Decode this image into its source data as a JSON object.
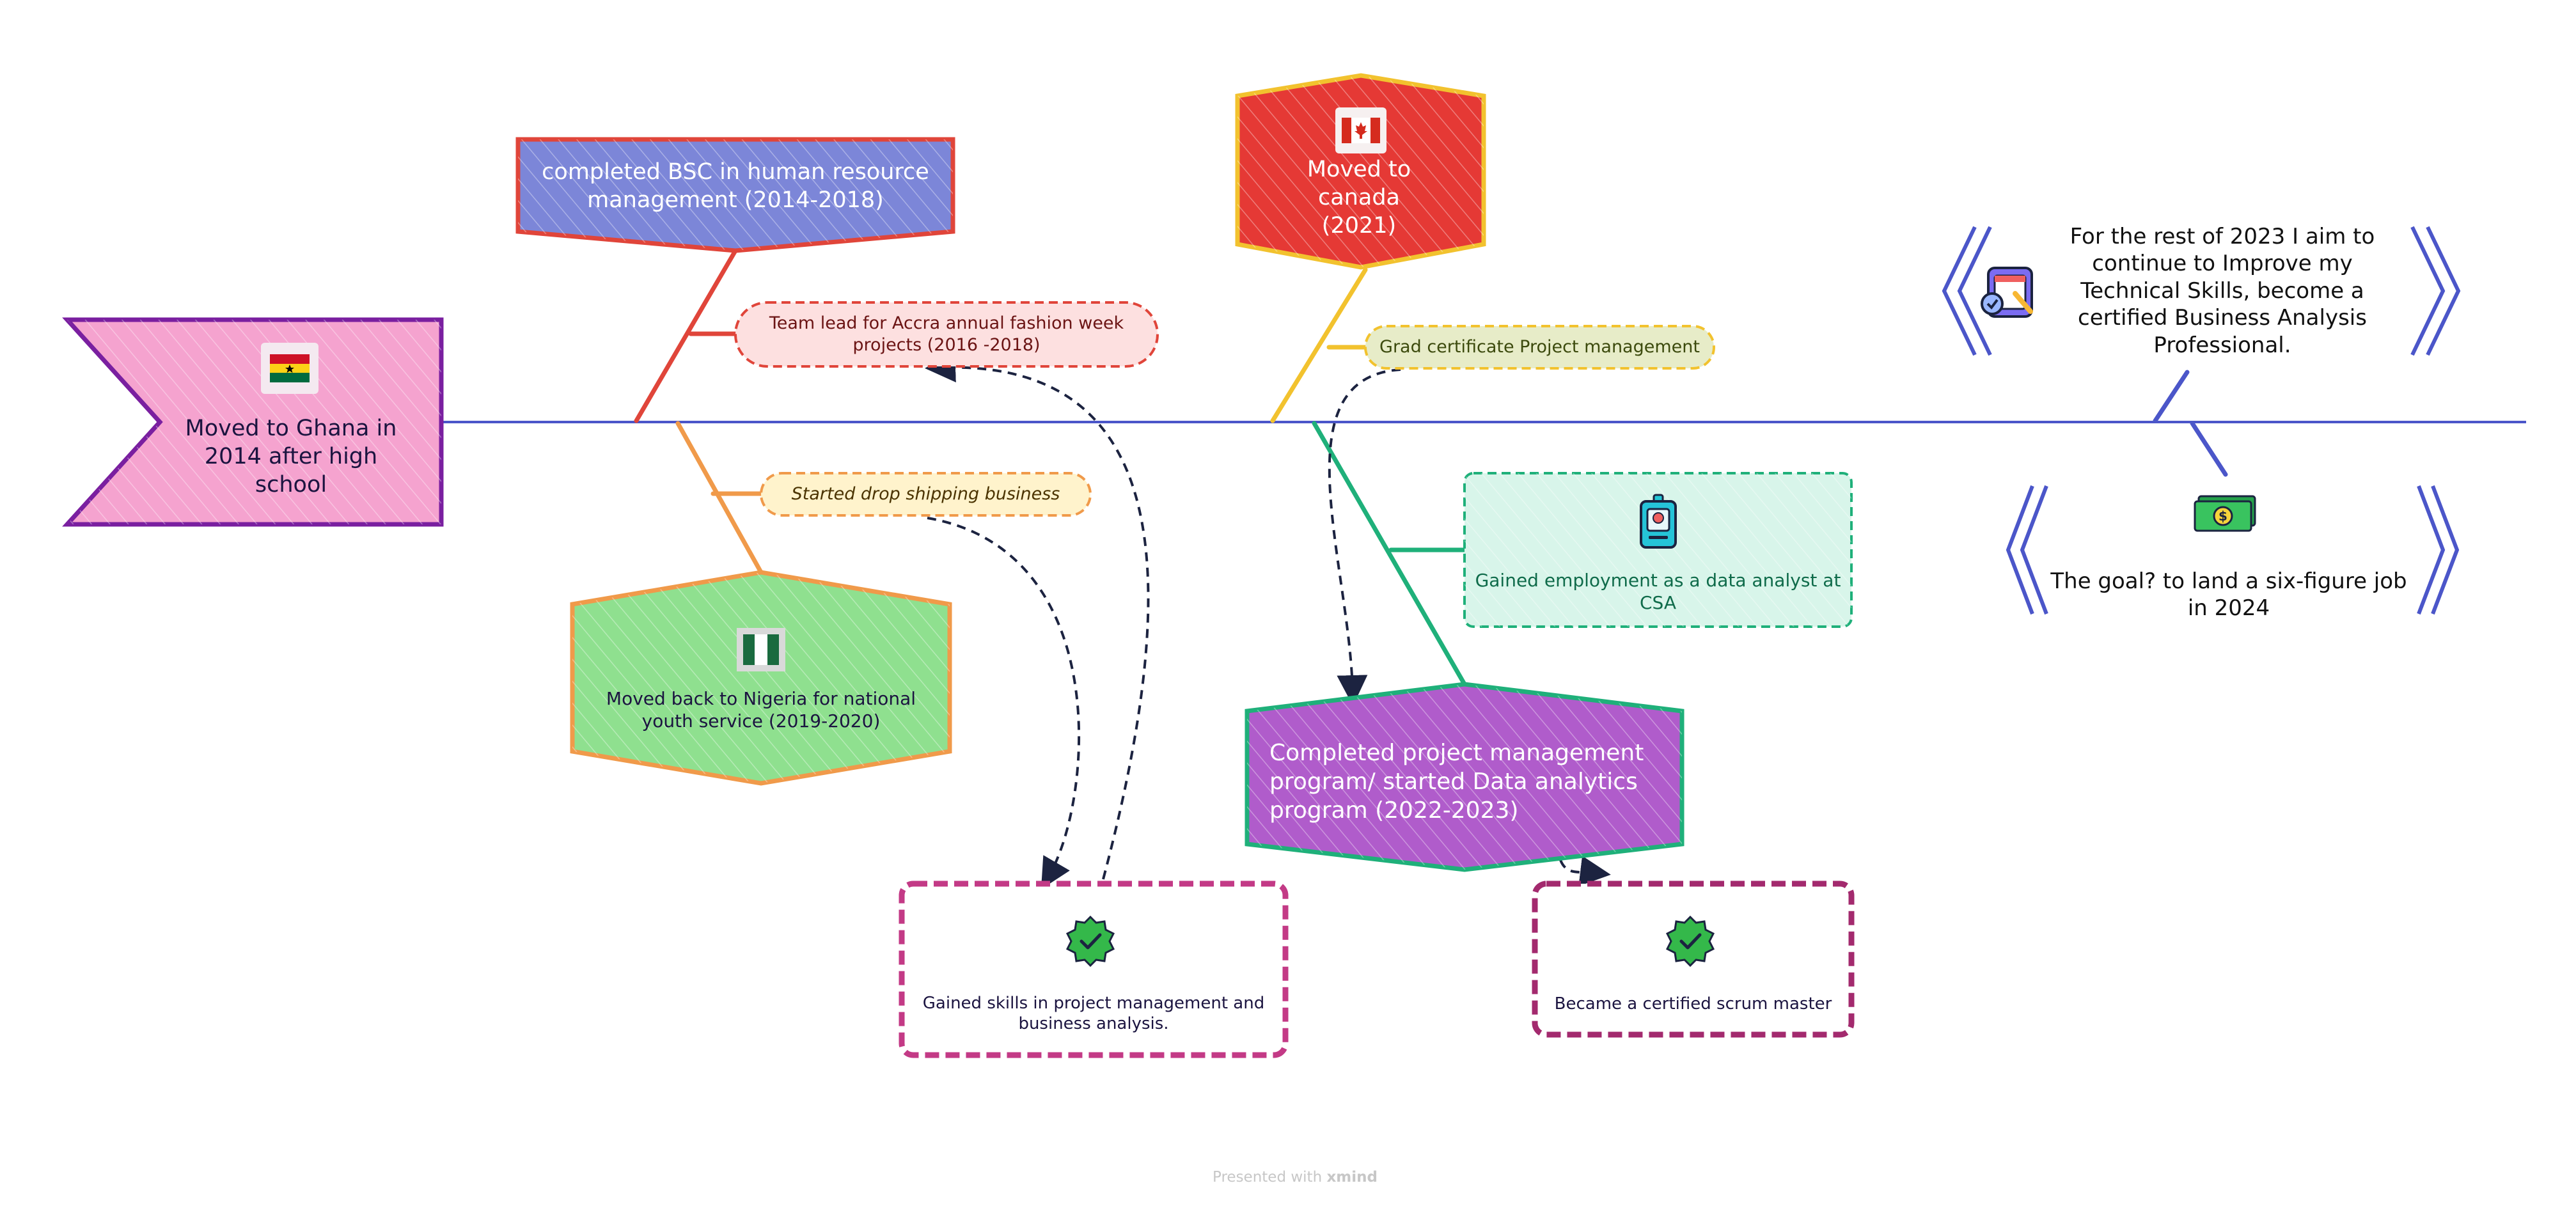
{
  "root": {
    "text": "Moved to Ghana in 2014 after  high school",
    "icon": "ghana-flag-icon"
  },
  "topics": {
    "bsc": {
      "text": "completed BSC in human resource management (2014-2018)"
    },
    "canada": {
      "text": "Moved to canada (2021)",
      "icon": "canada-flag-icon"
    },
    "nigeria": {
      "text": "Moved back to Nigeria for national youth service (2019-2020)",
      "icon": "nigeria-flag-icon"
    },
    "pm_program": {
      "text": "Completed project management program/ started Data analytics program (2022-2023)"
    }
  },
  "subtopics": {
    "team_lead": "Team lead for Accra annual fashion week projects (2016 -2018)",
    "drop_shipping": "Started drop shipping business",
    "grad_certificate": "Grad certificate Project management",
    "data_analyst": {
      "text": "Gained employment as a data analyst at CSA",
      "icon": "id-badge-icon"
    }
  },
  "outcomes": {
    "skills": {
      "text": "Gained skills in project management and business analysis.",
      "icon": "verified-check-icon"
    },
    "scrum": {
      "text": "Became a certified scrum master",
      "icon": "verified-check-icon"
    }
  },
  "goals": {
    "aim_2023": {
      "text": "For the rest of 2023 I aim to continue to Improve my Technical Skills, become a certified Business Analysis Professional.",
      "icon": "planner-icon"
    },
    "goal_2024": {
      "text": "The goal? to land a six-figure job in 2024",
      "icon": "money-icon"
    }
  },
  "footer": {
    "prefix": "Presented with",
    "brand": "xmind"
  },
  "colors": {
    "spine": "#4b56c9",
    "root_fill": "#f5a3cf",
    "root_border": "#7a1fa0",
    "bsc_fill": "#7c86d8",
    "bsc_border": "#e0453a",
    "canada_fill": "#e53935",
    "canada_border": "#f2c22e",
    "nigeria_fill": "#8fe08f",
    "nigeria_border": "#f09a4a",
    "pm_fill": "#b05ccb",
    "pm_border": "#1fb07a",
    "team_lead_fill": "#fde0e0",
    "team_lead_border": "#e0453a",
    "drop_fill": "#fff3cc",
    "drop_border": "#f09a4a",
    "grad_fill": "#e7ecc8",
    "grad_border": "#f2c22e",
    "analyst_fill": "#d8f5ea",
    "analyst_border": "#1fb07a",
    "outcome_border": "#c33a86"
  }
}
